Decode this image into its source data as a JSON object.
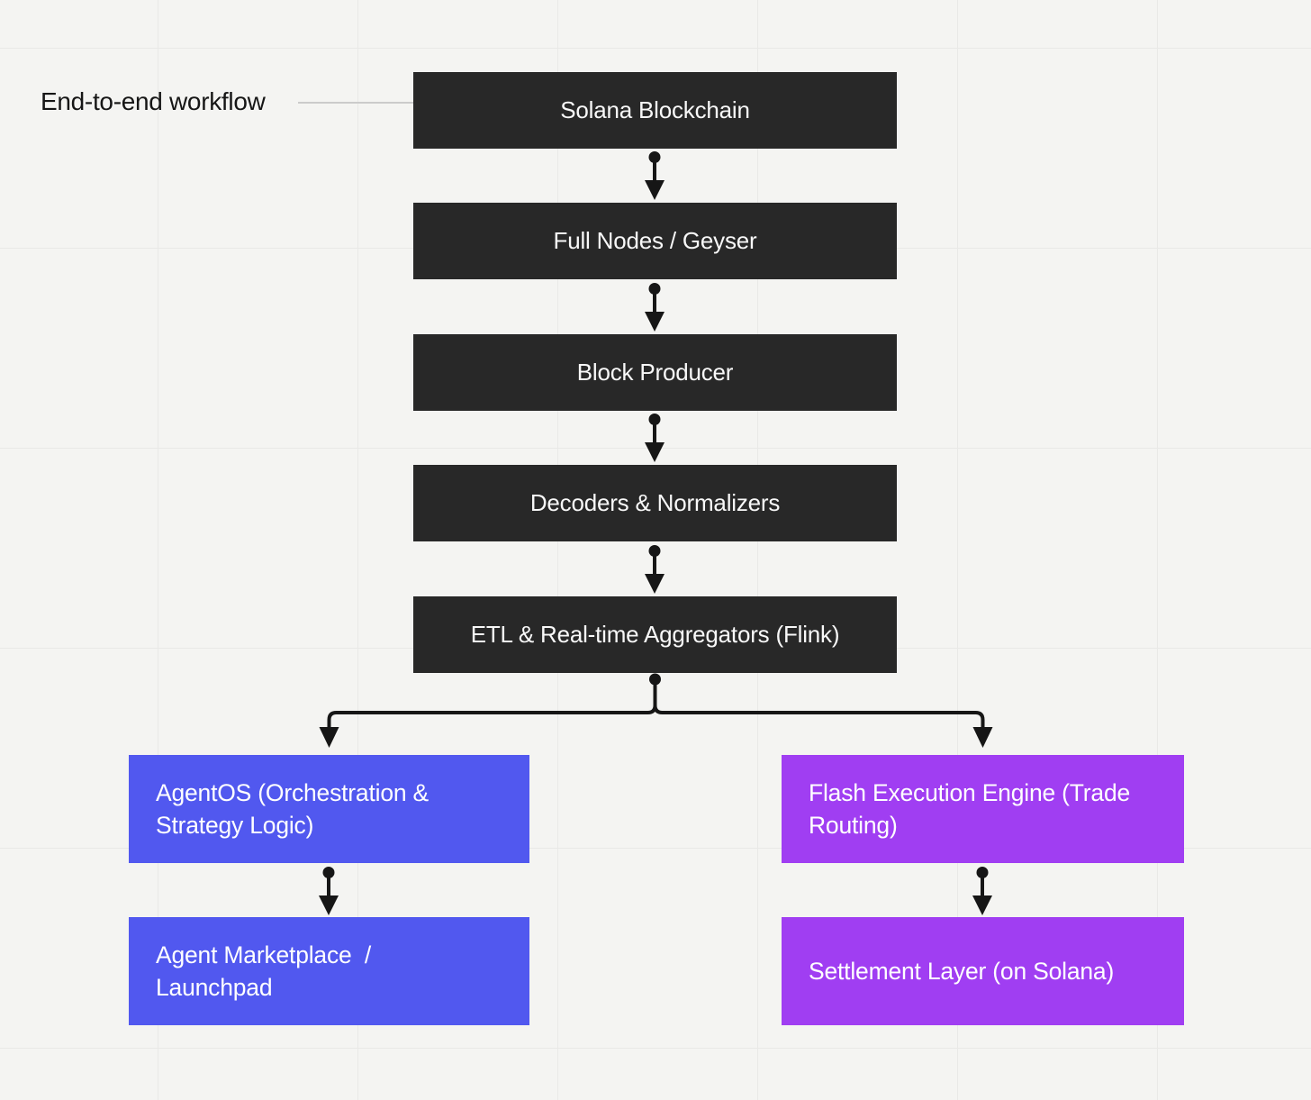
{
  "annotation": {
    "label": "End-to-end workflow"
  },
  "pipeline": {
    "nodes": [
      {
        "id": "solana-blockchain",
        "label": "Solana Blockchain"
      },
      {
        "id": "full-nodes-geyser",
        "label": "Full Nodes / Geyser"
      },
      {
        "id": "block-producer",
        "label": "Block Producer"
      },
      {
        "id": "decoders-normalizers",
        "label": "Decoders & Normalizers"
      },
      {
        "id": "etl-aggregators",
        "label": "ETL & Real-time Aggregators (Flink)"
      }
    ]
  },
  "branches": {
    "left": {
      "nodes": [
        {
          "id": "agentos",
          "label": "AgentOS (Orchestration &\nStrategy Logic)"
        },
        {
          "id": "agent-marketplace",
          "label": "Agent Marketplace  /\nLaunchpad"
        }
      ]
    },
    "right": {
      "nodes": [
        {
          "id": "flash-execution",
          "label": "Flash Execution Engine (Trade\nRouting)"
        },
        {
          "id": "settlement-layer",
          "label": "Settlement Layer (on Solana)"
        }
      ]
    }
  },
  "icons": {
    "connector_start": "dot",
    "connector_end": "arrowhead-down"
  },
  "colors": {
    "background": "#f4f4f2",
    "grid_line": "#e9e9e7",
    "dark_node": "#282828",
    "blue_node": "#5158ef",
    "purple_node": "#a03ef2",
    "arrow": "#161616",
    "annotation_line": "#cbcbcb",
    "node_text": "#ffffff",
    "annotation_text": "#161616"
  }
}
